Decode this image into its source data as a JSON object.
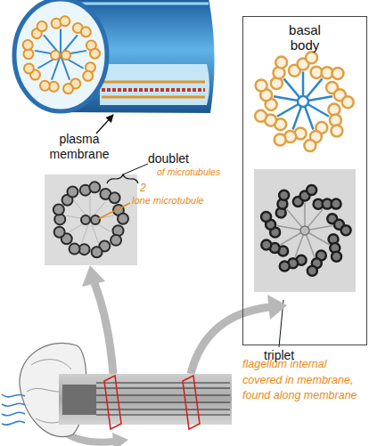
{
  "diagram": {
    "nodes": [
      {
        "text": [
          "basal body"
        ]
      }
    ],
    "labels": [
      "plasma membrane",
      "doublet",
      "of microtubules",
      "2",
      "lone microtubule",
      "triplet",
      "flagellum internal covered in membrane, found along membrane"
    ]
  }
}
